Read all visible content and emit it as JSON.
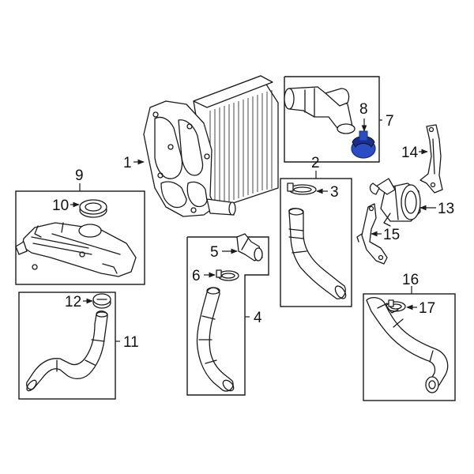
{
  "callouts": {
    "c1": "1",
    "c2": "2",
    "c3": "3",
    "c4": "4",
    "c5": "5",
    "c6": "6",
    "c7": "7",
    "c8": "8",
    "c9": "9",
    "c10": "10",
    "c11": "11",
    "c12": "12",
    "c13": "13",
    "c14": "14",
    "c15": "15",
    "c16": "16",
    "c17": "17"
  },
  "colors": {
    "highlight": "#2b4dc4",
    "highlight_dark": "#1a2f8a",
    "line": "#1a1a1a",
    "background": "#ffffff"
  }
}
